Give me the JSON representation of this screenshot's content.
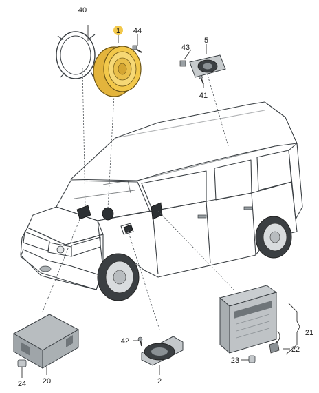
{
  "labels": {
    "l40": "40",
    "l1": "1",
    "l44": "44",
    "l43": "43",
    "l5": "5",
    "l41": "41",
    "l42": "42",
    "l2": "2",
    "l20": "20",
    "l24": "24",
    "l21": "21",
    "l22": "22",
    "l23": "23"
  },
  "colors": {
    "highlight": "#f2c84b",
    "body": "#d3d7d9",
    "glass": "#b7bdc1",
    "part": "#c4c8cb"
  }
}
